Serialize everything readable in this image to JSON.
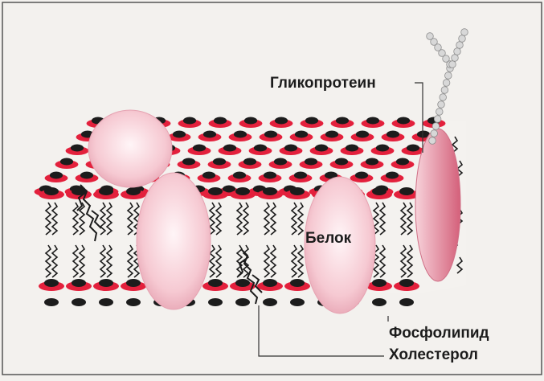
{
  "diagram": {
    "labels": {
      "glycoprotein": "Гликопротеин",
      "protein": "Белок",
      "phospholipid": "Фосфолипид",
      "cholesterol": "Холестерол"
    },
    "colors": {
      "background": "#f3f1ee",
      "head_red": "#e3203c",
      "head_black": "#1c1c1c",
      "protein_pink": "#f6c9d2",
      "protein_edge": "#e08fa0",
      "chain": "#1c1c1c",
      "glyco_bead": "#d8d8d8",
      "frame": "#555555"
    }
  }
}
